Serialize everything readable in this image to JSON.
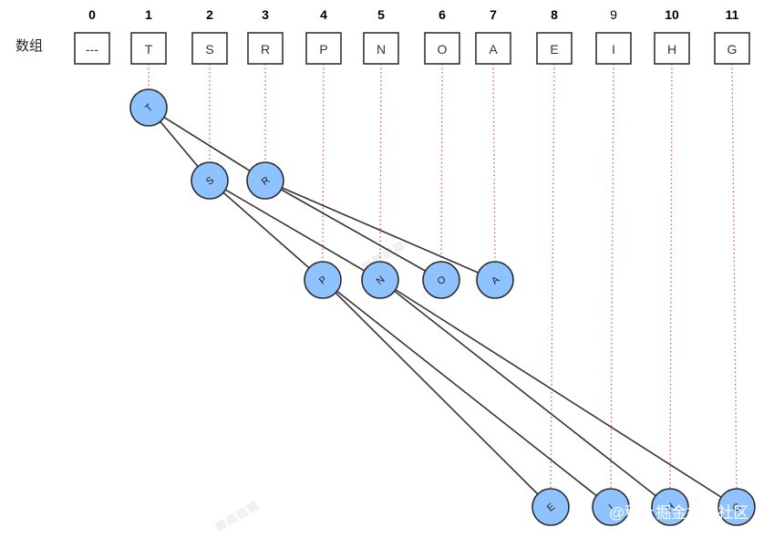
{
  "array_label": "数组",
  "columns": [
    {
      "index": "0",
      "value": "---"
    },
    {
      "index": "1",
      "value": "T"
    },
    {
      "index": "2",
      "value": "S"
    },
    {
      "index": "3",
      "value": "R"
    },
    {
      "index": "4",
      "value": "P"
    },
    {
      "index": "5",
      "value": "N"
    },
    {
      "index": "6",
      "value": "O"
    },
    {
      "index": "7",
      "value": "A"
    },
    {
      "index": "8",
      "value": "E"
    },
    {
      "index": "9",
      "value": "I"
    },
    {
      "index": "10",
      "value": "H"
    },
    {
      "index": "11",
      "value": "G"
    }
  ],
  "nodes": [
    {
      "id": "T",
      "label": "T",
      "column": 1
    },
    {
      "id": "S",
      "label": "S",
      "column": 2
    },
    {
      "id": "R",
      "label": "R",
      "column": 3
    },
    {
      "id": "P",
      "label": "P",
      "column": 4
    },
    {
      "id": "N",
      "label": "N",
      "column": 5
    },
    {
      "id": "O",
      "label": "O",
      "column": 6
    },
    {
      "id": "A",
      "label": "A",
      "column": 7
    },
    {
      "id": "E",
      "label": "E",
      "column": 8
    },
    {
      "id": "I",
      "label": "I",
      "column": 9
    },
    {
      "id": "H",
      "label": "H",
      "column": 10
    },
    {
      "id": "G",
      "label": "G",
      "column": 11
    }
  ],
  "edges": [
    [
      "T",
      "S"
    ],
    [
      "T",
      "R"
    ],
    [
      "S",
      "P"
    ],
    [
      "S",
      "N"
    ],
    [
      "R",
      "O"
    ],
    [
      "R",
      "A"
    ],
    [
      "P",
      "E"
    ],
    [
      "P",
      "I"
    ],
    [
      "N",
      "H"
    ],
    [
      "N",
      "G"
    ]
  ],
  "watermark": "@稀土掘金技术社区",
  "colors": {
    "node_fill": "#8fc3ff",
    "guide_line": "#e05a5a",
    "stroke": "#333333"
  }
}
